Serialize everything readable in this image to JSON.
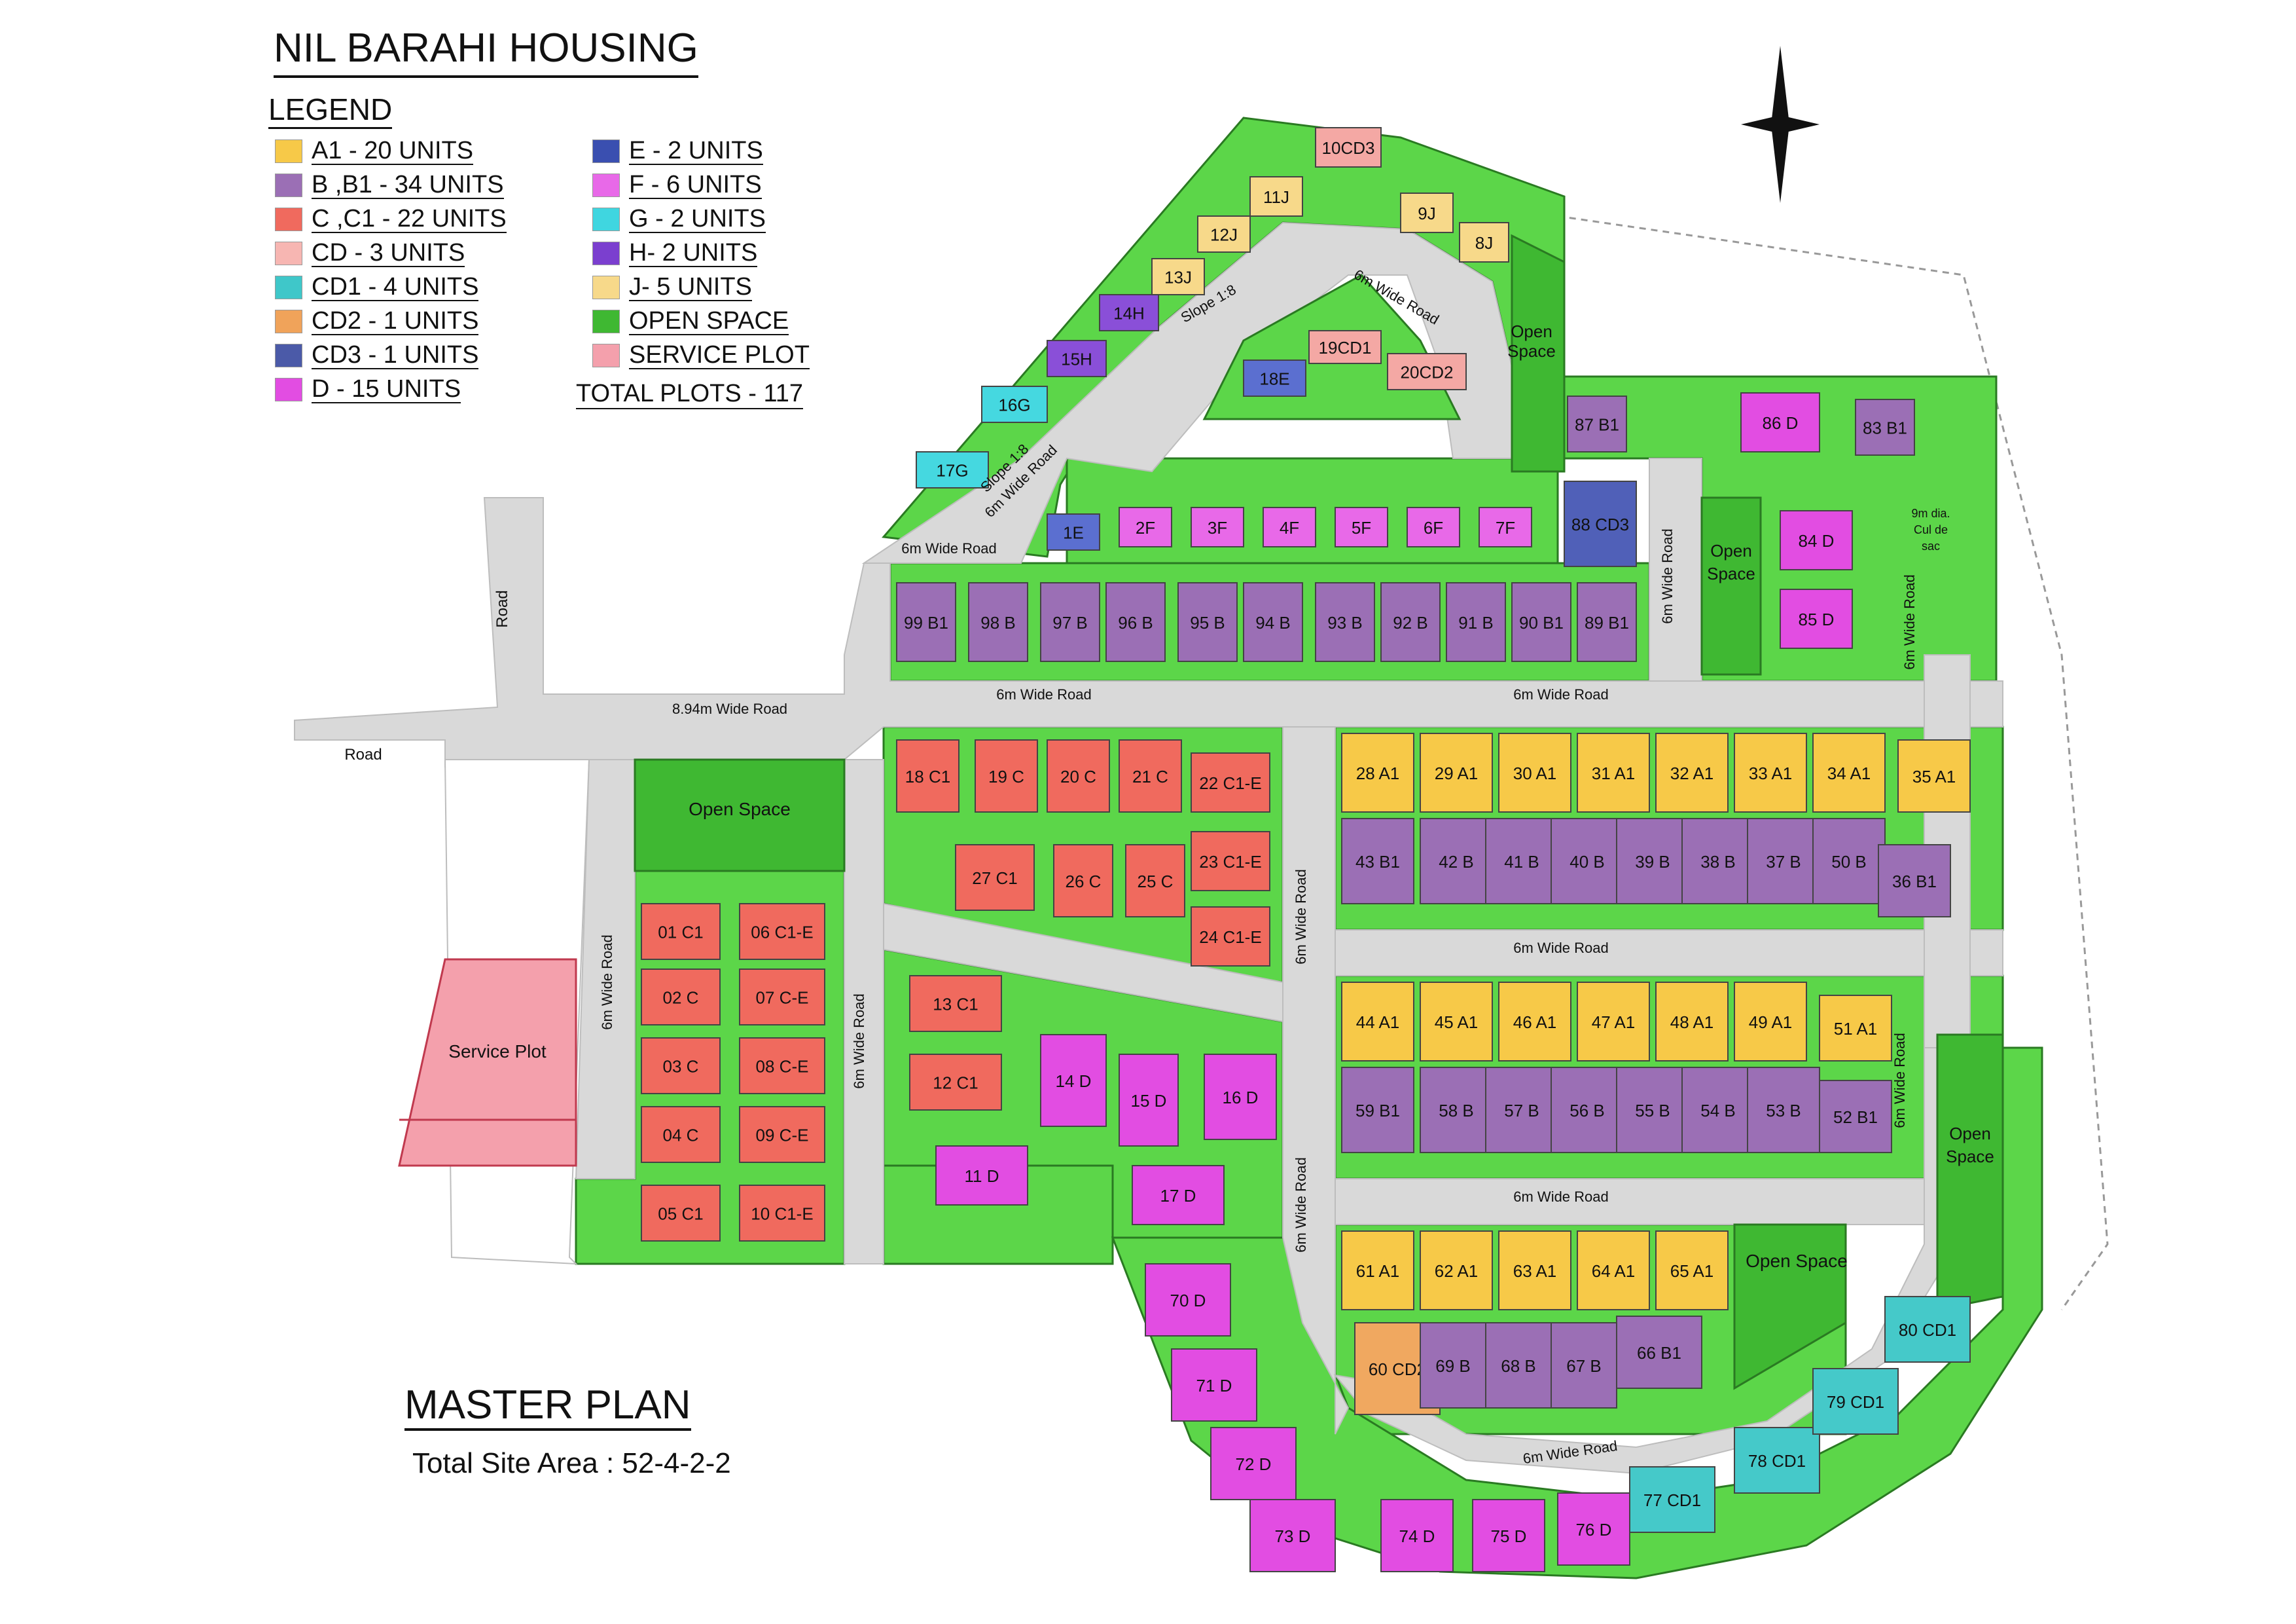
{
  "title": "NIL BARAHI HOUSING",
  "legend": {
    "title": "LEGEND",
    "col1": [
      {
        "label": "A1 - 20 UNITS",
        "color": "#f7c948"
      },
      {
        "label": "B ,B1 - 34 UNITS",
        "color": "#9b6fb5"
      },
      {
        "label": "C ,C1 - 22 UNITS",
        "color": "#f06a5e"
      },
      {
        "label": "CD - 3 UNITS",
        "color": "#f7b6b2"
      },
      {
        "label": "CD1 - 4 UNITS",
        "color": "#3fc7c9"
      },
      {
        "label": "CD2 - 1 UNITS",
        "color": "#f0a35a"
      },
      {
        "label": "CD3 - 1 UNITS",
        "color": "#4b5aa8"
      },
      {
        "label": "D - 15 UNITS",
        "color": "#e24de2"
      }
    ],
    "col2": [
      {
        "label": "E - 2 UNITS",
        "color": "#3a4fb0"
      },
      {
        "label": "F - 6 UNITS",
        "color": "#e869e8"
      },
      {
        "label": "G - 2 UNITS",
        "color": "#3fd6e0"
      },
      {
        "label": "H- 2 UNITS",
        "color": "#7b3fcf"
      },
      {
        "label": "J- 5 UNITS",
        "color": "#f7d98a"
      },
      {
        "label": "OPEN SPACE",
        "color": "#3fb832"
      },
      {
        "label": "SERVICE PLOT",
        "color": "#f4a0ac"
      }
    ],
    "total": "TOTAL PLOTS - 117"
  },
  "master_plan": {
    "title": "MASTER PLAN",
    "area": "Total Site Area : 52-4-2-2"
  },
  "colors": {
    "green": "#5cd649",
    "darkgreen": "#2f9e2a",
    "road": "#d9d9d9",
    "A": "#f7c948",
    "B": "#9b6fb5",
    "C": "#f06a5e",
    "D": "#e24de2",
    "E": "#5b6fd0",
    "F": "#e869e8",
    "G": "#45d8e0",
    "H": "#8a4fd8",
    "J": "#f7d98a",
    "CD": "#f4a8a4",
    "CD1": "#45c9c9",
    "CD2": "#f0a860",
    "CD3": "#5060b8"
  },
  "road_labels": [
    {
      "text": "Road",
      "id": "r1"
    },
    {
      "text": "Road",
      "id": "r2"
    },
    {
      "text": "8.94m Wide Road",
      "id": "r3"
    },
    {
      "text": "6m Wide Road",
      "id": "r4"
    },
    {
      "text": "6m Wide Road",
      "id": "r5"
    },
    {
      "text": "6m Wide Road",
      "id": "r6"
    },
    {
      "text": "6m Wide Road",
      "id": "r7"
    },
    {
      "text": "6m Wide Road",
      "id": "r8"
    },
    {
      "text": "6m Wide Road",
      "id": "r9"
    },
    {
      "text": "6m Wide Road",
      "id": "r10"
    },
    {
      "text": "6m Wide Road",
      "id": "r11"
    },
    {
      "text": "6m Wide Road",
      "id": "r12"
    },
    {
      "text": "6m Wide Road",
      "id": "r13"
    },
    {
      "text": "6m Wide Road",
      "id": "r14"
    },
    {
      "text": "6m Wide Road",
      "id": "r15"
    },
    {
      "text": "6m Wide Road",
      "id": "r16"
    },
    {
      "text": "Slope 1:8",
      "id": "r17"
    },
    {
      "text": "Slope 1:8",
      "id": "r18"
    },
    {
      "text": "6m Wide Road",
      "id": "r19"
    },
    {
      "text": "6m Wide Road",
      "id": "r20"
    }
  ],
  "areas": {
    "open1": "Open Space",
    "open2": "Open",
    "open2b": "Space",
    "open3": "Open",
    "open3b": "Space",
    "open4": "Open Space",
    "open5": "Open",
    "open5b": "Space",
    "open6": "Open Space",
    "service": "Service Plot",
    "culdesac1": "9m dia.",
    "culdesac2": "Cul de",
    "culdesac3": "sac"
  },
  "plots": [
    {
      "label": "10CD3",
      "t": "CD"
    },
    {
      "label": "11J",
      "t": "J"
    },
    {
      "label": "12J",
      "t": "J"
    },
    {
      "label": "13J",
      "t": "J"
    },
    {
      "label": "9J",
      "t": "J"
    },
    {
      "label": "8J",
      "t": "J"
    },
    {
      "label": "14H",
      "t": "H"
    },
    {
      "label": "15H",
      "t": "H"
    },
    {
      "label": "16G",
      "t": "G"
    },
    {
      "label": "17G",
      "t": "G"
    },
    {
      "label": "18E",
      "t": "E"
    },
    {
      "label": "19CD1",
      "t": "CD"
    },
    {
      "label": "20CD2",
      "t": "CD"
    },
    {
      "label": "1E",
      "t": "E"
    },
    {
      "label": "2F",
      "t": "F"
    },
    {
      "label": "3F",
      "t": "F"
    },
    {
      "label": "4F",
      "t": "F"
    },
    {
      "label": "5F",
      "t": "F"
    },
    {
      "label": "6F",
      "t": "F"
    },
    {
      "label": "7F",
      "t": "F"
    },
    {
      "label": "87 B1",
      "t": "B"
    },
    {
      "label": "86 D",
      "t": "D"
    },
    {
      "label": "83 B1",
      "t": "B"
    },
    {
      "label": "88 CD3",
      "t": "CD3"
    },
    {
      "label": "84 D",
      "t": "D"
    },
    {
      "label": "85 D",
      "t": "D"
    },
    {
      "label": "99 B1",
      "t": "B"
    },
    {
      "label": "98 B",
      "t": "B"
    },
    {
      "label": "97 B",
      "t": "B"
    },
    {
      "label": "96 B",
      "t": "B"
    },
    {
      "label": "95 B",
      "t": "B"
    },
    {
      "label": "94 B",
      "t": "B"
    },
    {
      "label": "93 B",
      "t": "B"
    },
    {
      "label": "92 B",
      "t": "B"
    },
    {
      "label": "91 B",
      "t": "B"
    },
    {
      "label": "90 B1",
      "t": "B"
    },
    {
      "label": "89 B1",
      "t": "B"
    },
    {
      "label": "18 C1",
      "t": "C"
    },
    {
      "label": "19 C",
      "t": "C"
    },
    {
      "label": "20 C",
      "t": "C"
    },
    {
      "label": "21 C",
      "t": "C"
    },
    {
      "label": "22 C1-E",
      "t": "C"
    },
    {
      "label": "27 C1",
      "t": "C"
    },
    {
      "label": "26 C",
      "t": "C"
    },
    {
      "label": "25 C",
      "t": "C"
    },
    {
      "label": "23 C1-E",
      "t": "C"
    },
    {
      "label": "24 C1-E",
      "t": "C"
    },
    {
      "label": "01 C1",
      "t": "C"
    },
    {
      "label": "06 C1-E",
      "t": "C"
    },
    {
      "label": "02 C",
      "t": "C"
    },
    {
      "label": "07 C-E",
      "t": "C"
    },
    {
      "label": "03 C",
      "t": "C"
    },
    {
      "label": "08 C-E",
      "t": "C"
    },
    {
      "label": "04 C",
      "t": "C"
    },
    {
      "label": "09 C-E",
      "t": "C"
    },
    {
      "label": "05 C1",
      "t": "C"
    },
    {
      "label": "10 C1-E",
      "t": "C"
    },
    {
      "label": "13 C1",
      "t": "C"
    },
    {
      "label": "12 C1",
      "t": "C"
    },
    {
      "label": "14 D",
      "t": "D"
    },
    {
      "label": "15 D",
      "t": "D"
    },
    {
      "label": "16 D",
      "t": "D"
    },
    {
      "label": "11 D",
      "t": "D"
    },
    {
      "label": "17 D",
      "t": "D"
    },
    {
      "label": "28 A1",
      "t": "A"
    },
    {
      "label": "29 A1",
      "t": "A"
    },
    {
      "label": "30 A1",
      "t": "A"
    },
    {
      "label": "31 A1",
      "t": "A"
    },
    {
      "label": "32 A1",
      "t": "A"
    },
    {
      "label": "33 A1",
      "t": "A"
    },
    {
      "label": "34 A1",
      "t": "A"
    },
    {
      "label": "35 A1",
      "t": "A"
    },
    {
      "label": "43 B1",
      "t": "B"
    },
    {
      "label": "42 B",
      "t": "B"
    },
    {
      "label": "41 B",
      "t": "B"
    },
    {
      "label": "40 B",
      "t": "B"
    },
    {
      "label": "39 B",
      "t": "B"
    },
    {
      "label": "38 B",
      "t": "B"
    },
    {
      "label": "37 B",
      "t": "B"
    },
    {
      "label": "50 B",
      "t": "B"
    },
    {
      "label": "36 B1",
      "t": "B"
    },
    {
      "label": "44 A1",
      "t": "A"
    },
    {
      "label": "45 A1",
      "t": "A"
    },
    {
      "label": "46 A1",
      "t": "A"
    },
    {
      "label": "47 A1",
      "t": "A"
    },
    {
      "label": "48 A1",
      "t": "A"
    },
    {
      "label": "49 A1",
      "t": "A"
    },
    {
      "label": "51 A1",
      "t": "A"
    },
    {
      "label": "59 B1",
      "t": "B"
    },
    {
      "label": "58 B",
      "t": "B"
    },
    {
      "label": "57 B",
      "t": "B"
    },
    {
      "label": "56 B",
      "t": "B"
    },
    {
      "label": "55 B",
      "t": "B"
    },
    {
      "label": "54 B",
      "t": "B"
    },
    {
      "label": "53 B",
      "t": "B"
    },
    {
      "label": "52 B1",
      "t": "B"
    },
    {
      "label": "61 A1",
      "t": "A"
    },
    {
      "label": "62 A1",
      "t": "A"
    },
    {
      "label": "63 A1",
      "t": "A"
    },
    {
      "label": "64 A1",
      "t": "A"
    },
    {
      "label": "65 A1",
      "t": "A"
    },
    {
      "label": "60 CD2",
      "t": "CD2"
    },
    {
      "label": "69 B",
      "t": "B"
    },
    {
      "label": "68 B",
      "t": "B"
    },
    {
      "label": "67 B",
      "t": "B"
    },
    {
      "label": "66 B1",
      "t": "B"
    },
    {
      "label": "70 D",
      "t": "D"
    },
    {
      "label": "71 D",
      "t": "D"
    },
    {
      "label": "72 D",
      "t": "D"
    },
    {
      "label": "73 D",
      "t": "D"
    },
    {
      "label": "74 D",
      "t": "D"
    },
    {
      "label": "75 D",
      "t": "D"
    },
    {
      "label": "76 D",
      "t": "D"
    },
    {
      "label": "77 CD1",
      "t": "CD1"
    },
    {
      "label": "78 CD1",
      "t": "CD1"
    },
    {
      "label": "79 CD1",
      "t": "CD1"
    },
    {
      "label": "80 CD1",
      "t": "CD1"
    }
  ]
}
